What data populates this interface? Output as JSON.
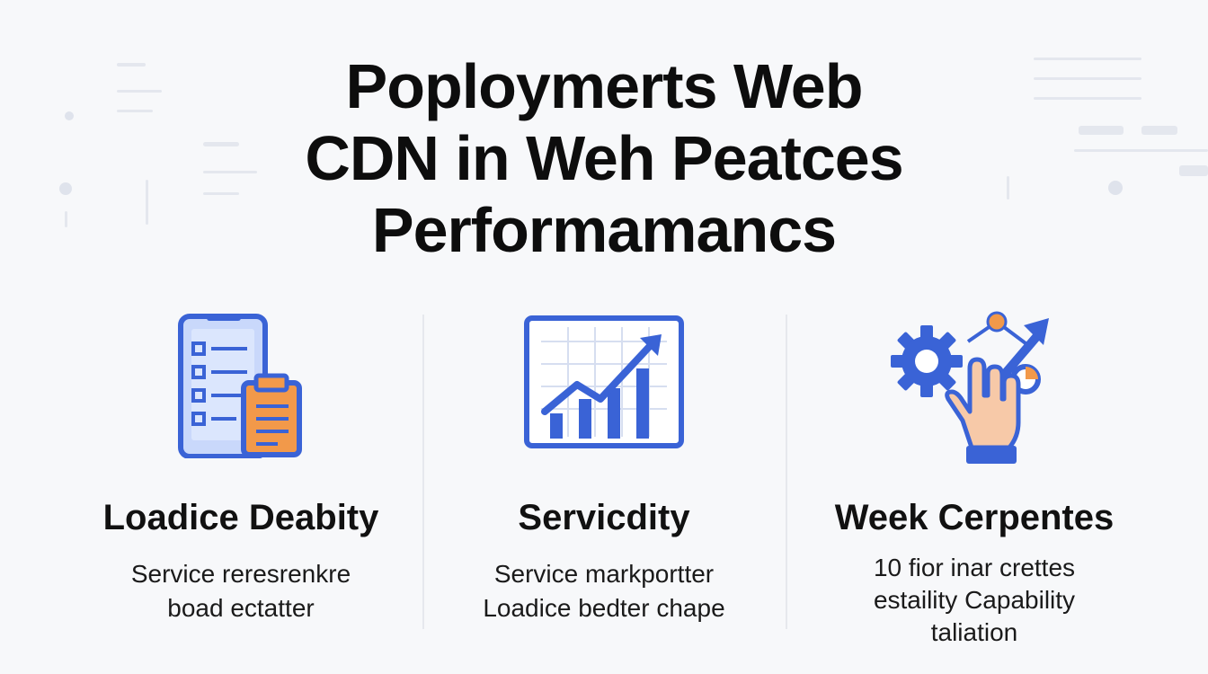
{
  "title": {
    "line1": "Poploymerts Web",
    "line2": "CDN in Weh Peatces",
    "line3": "Performamancs"
  },
  "columns": [
    {
      "icon": "mobile-checklist-clipboard-icon",
      "heading": "Loadice Deabity",
      "lines": [
        "Service reresrenkre",
        "boad ectatter"
      ]
    },
    {
      "icon": "growth-chart-icon",
      "heading": "Servicdity",
      "lines": [
        "Service markportter",
        "Loadice bedter chape"
      ]
    },
    {
      "icon": "gear-hand-network-icon",
      "heading": "Week Cerpentes",
      "lines": [
        "10 fior inar crettes",
        "estaility Capability",
        "taliation"
      ]
    }
  ],
  "colors": {
    "accent_blue": "#3a63d6",
    "light_blue": "#c9d8fb",
    "orange": "#f2994a",
    "skin": "#f7c9a8"
  }
}
